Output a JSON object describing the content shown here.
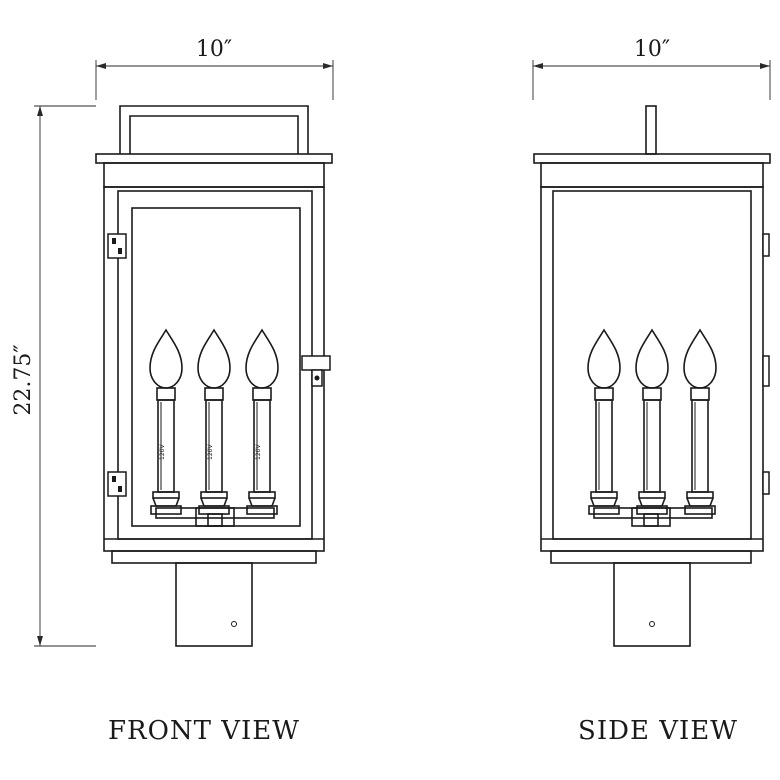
{
  "drawing": {
    "front_view": {
      "label": "FRONT VIEW",
      "width_dim": "10″",
      "height_dim": "22.75″",
      "socket_text": [
        "120V",
        "120V",
        "120V"
      ]
    },
    "side_view": {
      "label": "SIDE VIEW",
      "width_dim": "10″"
    }
  }
}
